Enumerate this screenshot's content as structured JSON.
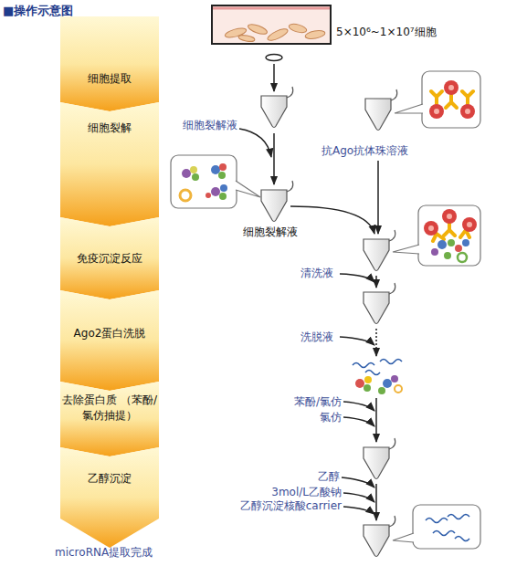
{
  "diagram": {
    "title": "■操作示意图",
    "nodes": [
      {
        "text": [
          "细胞提取"
        ]
      },
      {
        "text": [
          "细胞裂解"
        ]
      },
      {
        "text": [
          "免疫沉淀反应"
        ]
      },
      {
        "text": [
          "Ago2蛋白洗脱"
        ]
      },
      {
        "text": [
          "去除蛋白质 （苯酚/氯仿抽提）"
        ]
      },
      {
        "text": [
          "乙醇沉淀"
        ]
      }
    ],
    "labels": [
      "5×10⁶~1×10⁷细胞",
      "细胞裂解液",
      "抗Ago抗体珠溶液",
      "细胞裂解液",
      "清洗液",
      "洗脱液",
      "苯酚/氯仿",
      "氯仿",
      "乙醇",
      "3mol/L乙酸钠",
      "乙醇沉淀核酸carrier",
      "microRNA提取完成"
    ]
  }
}
